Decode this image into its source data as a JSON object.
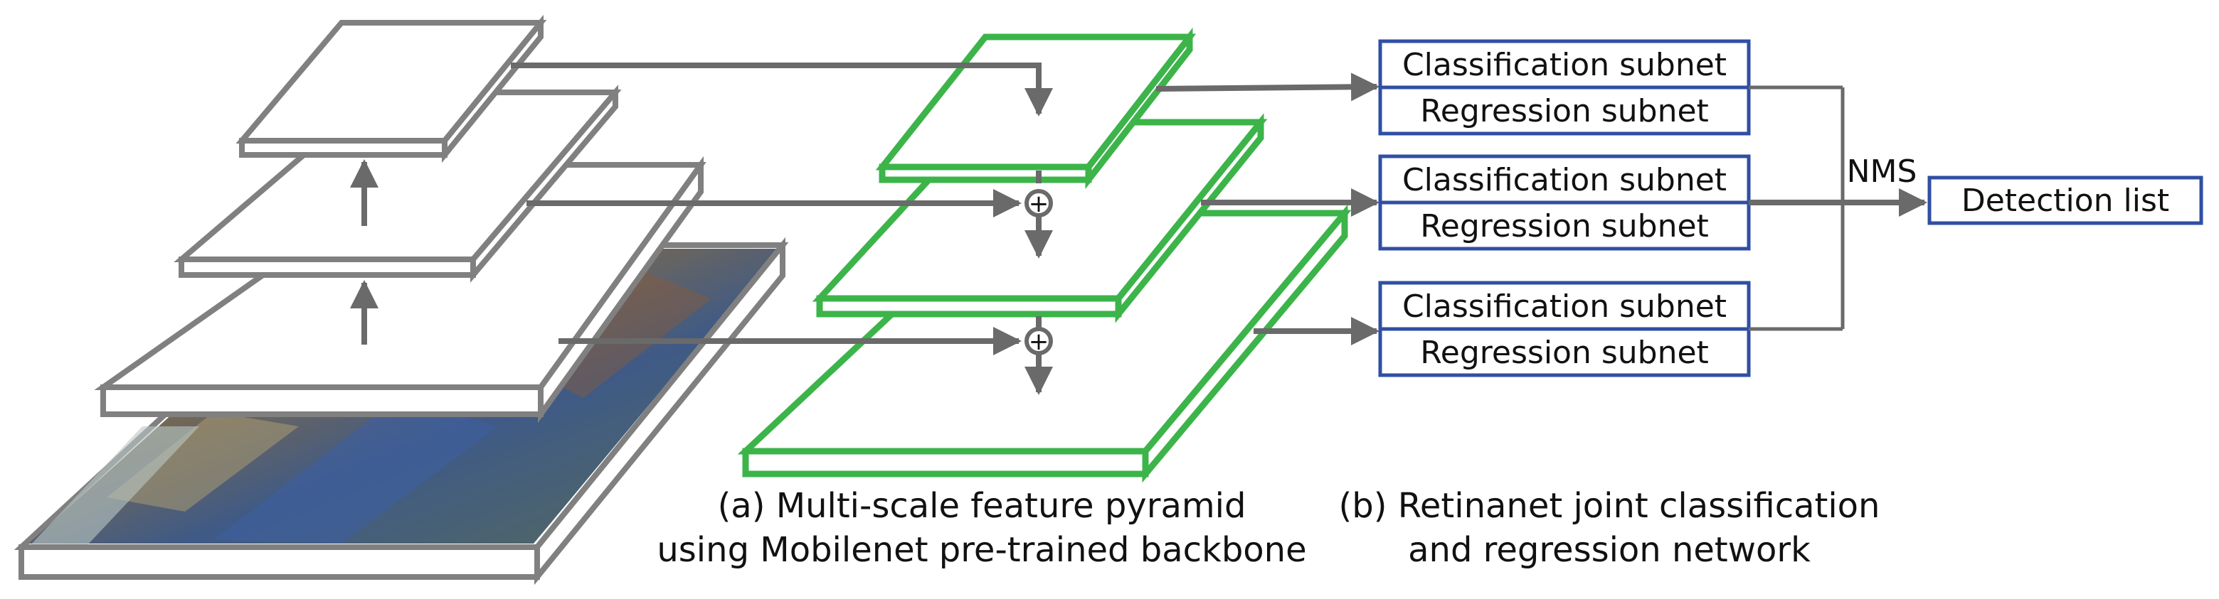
{
  "colors": {
    "backbone": "#808080",
    "pyramid": "#3cb44a",
    "arrow": "#6a6a6a",
    "subnet_border": "#2f4fa3",
    "text": "#111111"
  },
  "subnets": [
    {
      "classification": "Classification subnet",
      "regression": "Regression subnet"
    },
    {
      "classification": "Classification subnet",
      "regression": "Regression subnet"
    },
    {
      "classification": "Classification subnet",
      "regression": "Regression subnet"
    }
  ],
  "nms_label": "NMS",
  "detection_list": "Detection list",
  "caption_a": {
    "line1": "(a) Multi-scale feature pyramid",
    "line2": "using Mobilenet pre-trained backbone"
  },
  "caption_b": {
    "line1": "(b) Retinanet joint classification",
    "line2": "and regression network"
  },
  "merge_symbol": "+"
}
